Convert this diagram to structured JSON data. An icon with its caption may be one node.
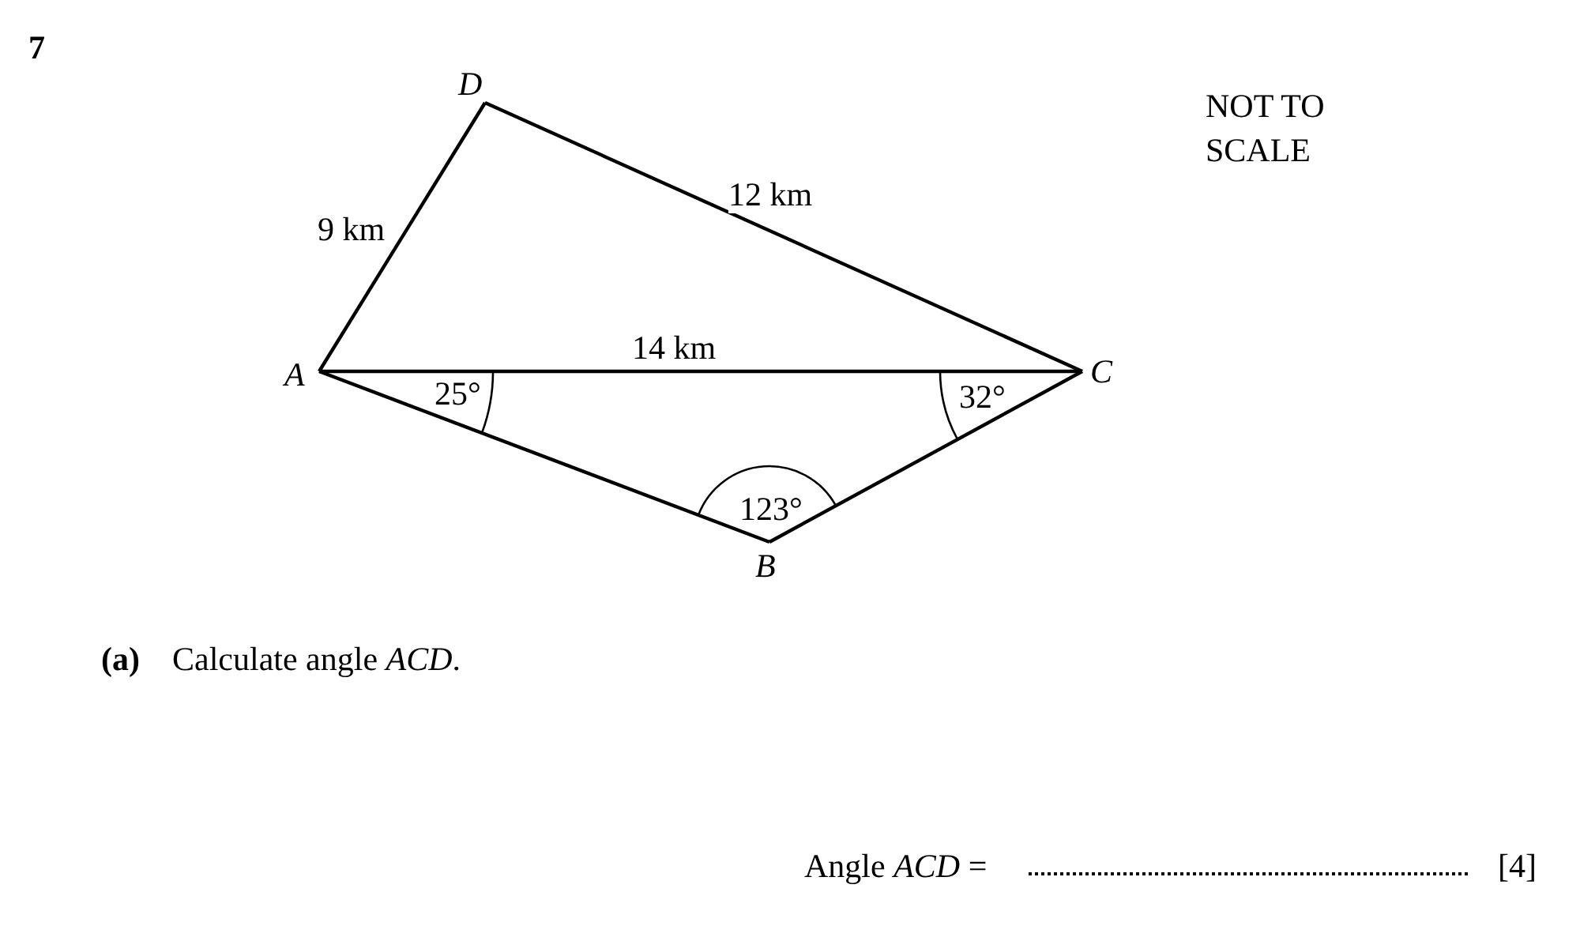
{
  "diagram": {
    "nodes": [
      {
        "text": [
          "D"
        ]
      },
      {
        "text": [
          "A"
        ]
      },
      {
        "text": [
          "C"
        ]
      },
      {
        "text": [
          "B"
        ]
      }
    ],
    "edges": [
      {
        "from": 0,
        "to": 1,
        "arrow": "none",
        "label": "9 km"
      },
      {
        "from": 0,
        "to": 2,
        "arrow": "none",
        "label": "12 km"
      },
      {
        "from": 1,
        "to": 2,
        "arrow": "none",
        "label": "14 km"
      },
      {
        "from": 1,
        "to": 3,
        "arrow": "none"
      },
      {
        "from": 3,
        "to": 2,
        "arrow": "none"
      }
    ],
    "labels": [
      "7",
      "NOT TO SCALE",
      "25°",
      "32°",
      "123°",
      "(a)",
      "Calculate angle *ACD*.",
      "Angle *ACD* =",
      "[4]"
    ]
  }
}
